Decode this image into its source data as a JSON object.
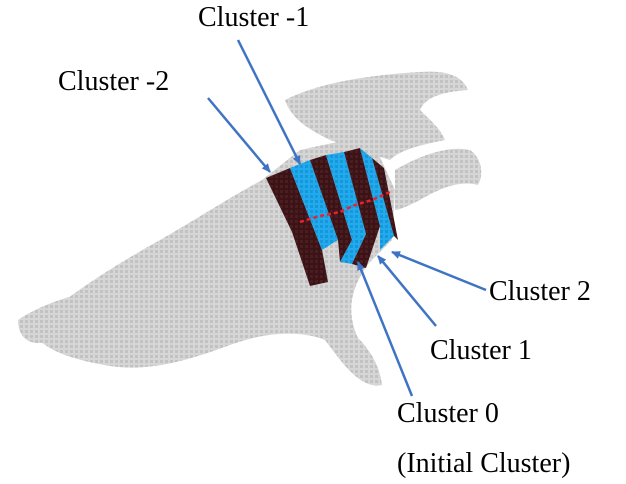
{
  "labels": {
    "cluster_minus_1": "Cluster -1",
    "cluster_minus_2": "Cluster -2",
    "cluster_2": "Cluster 2",
    "cluster_1": "Cluster 1",
    "cluster_0": "Cluster 0",
    "cluster_0_note": "(Initial Cluster)"
  },
  "colors": {
    "point_cloud": "#cfcfcf",
    "cluster_odd": "#3b1316",
    "cluster_even": "#1ea6ea",
    "seed_line": "#e8212e",
    "arrow": "#3f73c4"
  }
}
